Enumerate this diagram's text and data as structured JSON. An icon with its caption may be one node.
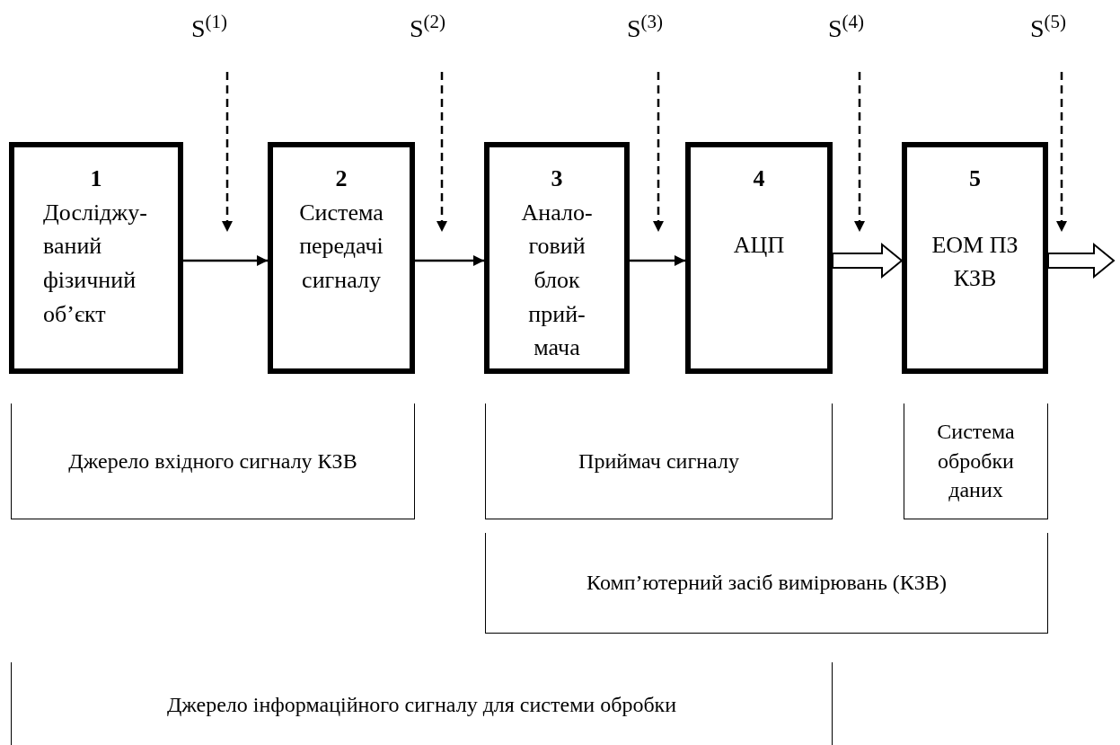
{
  "diagram": {
    "nodes": [
      {
        "text": [
          "1",
          "Досліджу- ваний фізичний об’єкт"
        ]
      },
      {
        "text": [
          "2",
          "Система передачі сигналу"
        ]
      },
      {
        "text": [
          "3",
          "Анало- говий блок прий- мача"
        ]
      },
      {
        "text": [
          "4",
          "АЦП"
        ]
      },
      {
        "text": [
          "5",
          "ЕОМ ПЗ КЗВ"
        ]
      },
      {
        "text": [
          "Джерело вхідного сигналу КЗВ"
        ]
      },
      {
        "text": [
          "Приймач сигналу"
        ]
      },
      {
        "text": [
          "Система обробки даних"
        ]
      },
      {
        "text": [
          "Комп’ютерний засіб вимірювань (КЗВ)"
        ]
      },
      {
        "text": [
          "Джерело інформаційного сигналу для системи обробки"
        ]
      }
    ],
    "edges": [
      {
        "from": 0,
        "to": 1,
        "arrow": "to"
      },
      {
        "from": 1,
        "to": 2,
        "arrow": "to"
      },
      {
        "from": 2,
        "to": 3,
        "arrow": "to"
      },
      {
        "from": 3,
        "to": 4,
        "arrow": "to",
        "style": "thick"
      },
      {
        "from": 4,
        "to": null,
        "arrow": "to",
        "style": "thick"
      }
    ],
    "labels": [
      "S$^{(1)}$",
      "S$^{(2)}$",
      "S$^{(3)}$",
      "S$^{(4)}$",
      "S$^{(5)}$"
    ]
  }
}
